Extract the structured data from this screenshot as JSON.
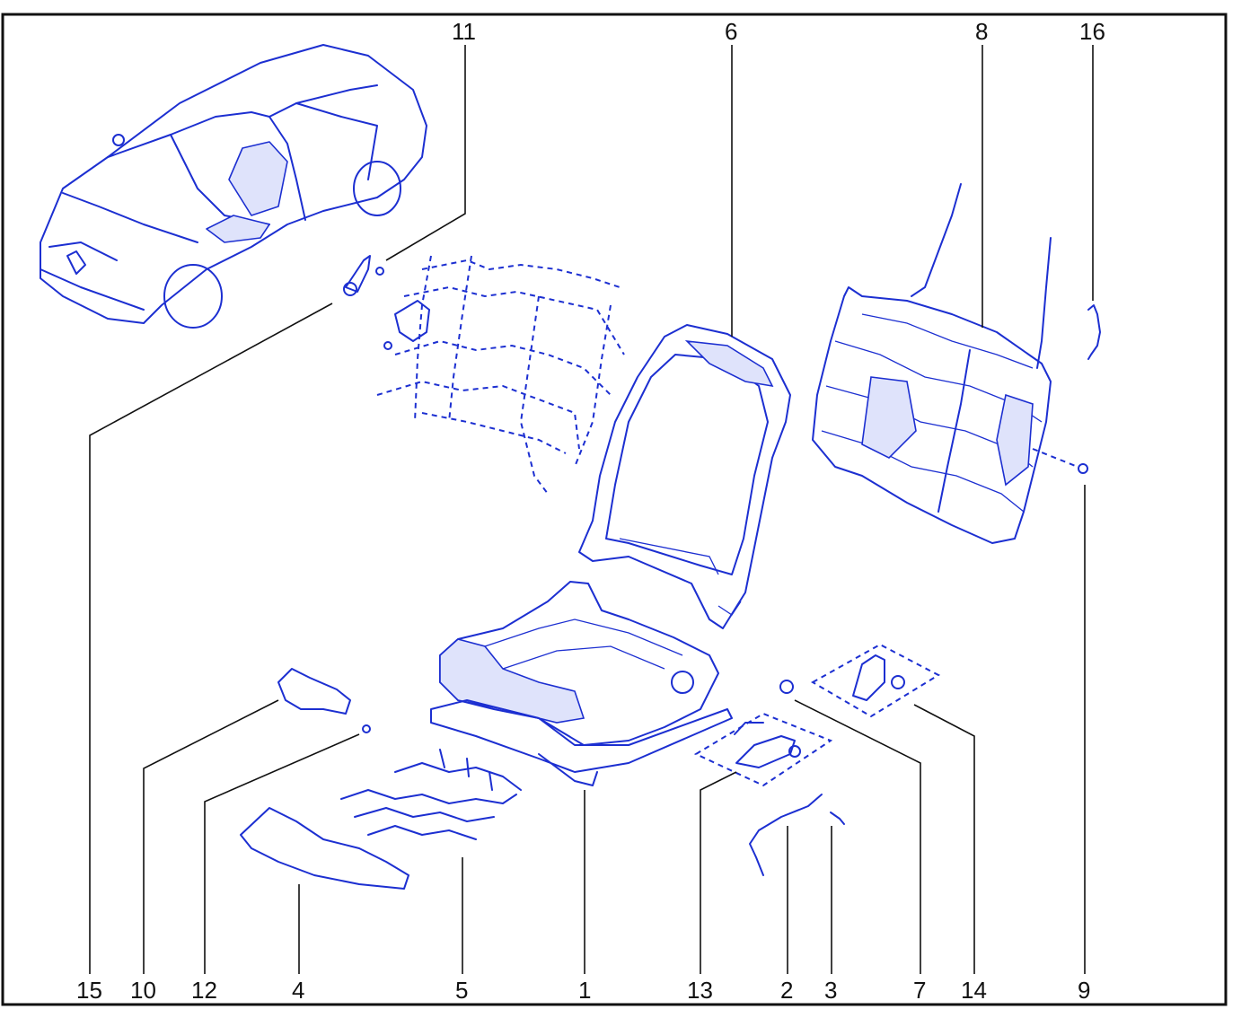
{
  "diagram": {
    "callout_numbers": {
      "c1": "1",
      "c2": "2",
      "c3": "3",
      "c4": "4",
      "c5": "5",
      "c6": "6",
      "c7": "7",
      "c8": "8",
      "c9": "9",
      "c10": "10",
      "c11": "11",
      "c12": "12",
      "c13": "13",
      "c14": "14",
      "c15": "15",
      "c16": "16"
    },
    "colors": {
      "line_art": "#1c2fd1",
      "callouts": "#111111",
      "frame": "#111111",
      "background": "#ffffff"
    }
  }
}
